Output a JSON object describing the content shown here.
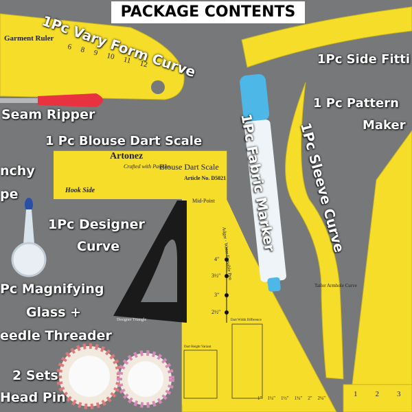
{
  "heading": "PACKAGE CONTENTS",
  "labels": {
    "vary_form_curve": "1Pc Vary Form Curve",
    "side_fitting": "1Pc Side Fitti",
    "seam_ripper": "Seam Ripper",
    "pattern_maker_line1": "1 Pc Pattern",
    "pattern_maker_line2": "Maker",
    "blouse_dart_scale": "1 Pc Blouse Dart Scale",
    "fabric_marker": "1Pc Fabric Marker",
    "sleeve_curve": "1Pc Sleeve Curve",
    "inchy_line1": "nchy",
    "inchy_line2": "pe",
    "designer_curve_line1": "1Pc Designer",
    "designer_curve_line2": "Curve",
    "magnifier_line1": "Pc Magnifying",
    "magnifier_line2": "Glass +",
    "magnifier_line3": "eedle Threader",
    "head_pin_line1": "2 Sets",
    "head_pin_line2": "Head Pin"
  },
  "printed": {
    "garment_ruler": "Garment Ruler",
    "ruler_numbers": [
      "6",
      "8",
      "9",
      "10",
      "11",
      "12"
    ],
    "brand": "Artonez",
    "brand_tagline": "Crafted with Passion",
    "blouse_scale_title": "Blouse Dart Scale",
    "article_no": "Article No. D5021",
    "hook_side": "Hook Side",
    "mid_point": "Mid-Point",
    "dart_marks": [
      "4\"",
      "3½\"",
      "3\"",
      "2½\""
    ],
    "pen_text": "Adger · Water Erasable Pen",
    "sleeve_text": "Tailor Armhole Curve",
    "designer_triangle": "Designer Triangle",
    "dart_width_header": "Dart Width Difference",
    "dart_height_header": "Dart Height Variant",
    "bottom_scale": [
      "1\"",
      "1¼\"",
      "1½\"",
      "1¾\"",
      "2\"",
      "2¼\""
    ],
    "maker_numbers": [
      "1",
      "2",
      "3"
    ]
  },
  "colors": {
    "background": "#76787a",
    "ruler_yellow": "#f5dd2a",
    "marker_blue": "#4db8e8",
    "designer_black": "#1a1a1a"
  }
}
